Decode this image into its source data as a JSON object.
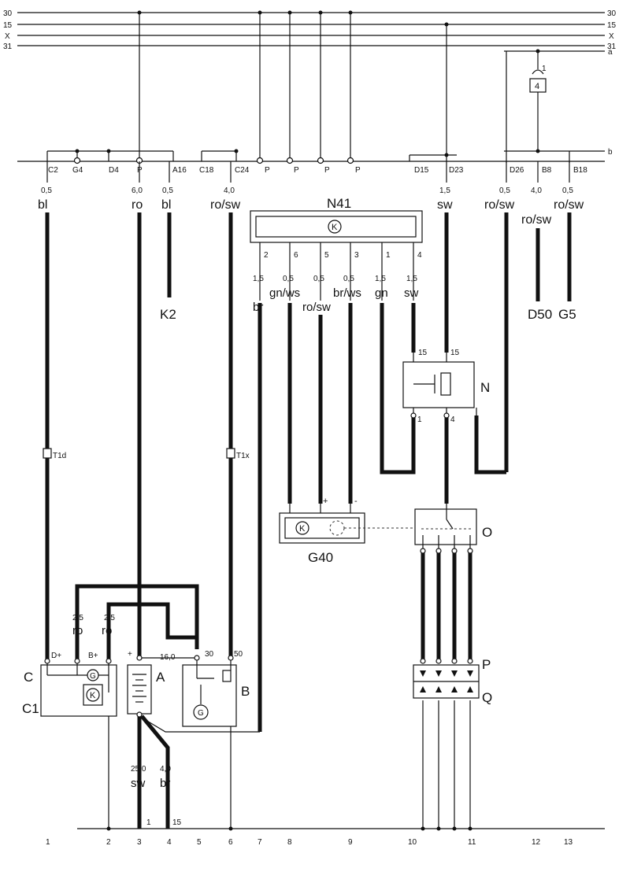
{
  "rails": [
    {
      "id": "r30",
      "left": "30",
      "right": "30"
    },
    {
      "id": "r15",
      "left": "15",
      "right": "15"
    },
    {
      "id": "rx",
      "left": "X",
      "right": "X"
    },
    {
      "id": "r31",
      "left": "31",
      "right": "31"
    }
  ],
  "bus": {
    "a": "a",
    "b": "b"
  },
  "fuse_box": {
    "label": "1",
    "fuse": "4"
  },
  "connectors": [
    "C2",
    "G4",
    "D4",
    "P",
    "A16",
    "C18",
    "C24",
    "P",
    "P",
    "P",
    "P",
    "D15",
    "D23",
    "D26",
    "B8",
    "B18"
  ],
  "top_wires": [
    {
      "size": "0,5",
      "color": "bl"
    },
    {
      "size": "6,0",
      "color": "ro"
    },
    {
      "size": "0,5",
      "color": "bl"
    },
    {
      "size": "4,0",
      "color": "ro/sw"
    },
    {
      "size": "1,5",
      "color": "sw"
    },
    {
      "size": "0,5",
      "color": "ro/sw"
    },
    {
      "size": "4,0",
      "color": "ro/sw"
    },
    {
      "size": "0,5",
      "color": "ro/sw"
    }
  ],
  "n41": {
    "label": "N41",
    "symbol": "K",
    "pins": [
      "2",
      "6",
      "5",
      "3",
      "1",
      "4"
    ],
    "sizes": [
      "1,5",
      "0,5",
      "0,5",
      "0,5",
      "1,5",
      "1,5"
    ],
    "colors": [
      "br",
      "gn/ws",
      "ro/sw",
      "br/ws",
      "gn",
      "sw"
    ]
  },
  "components": {
    "K2": "K2",
    "D50": "D50",
    "G5": "G5",
    "N": "N",
    "G40": "G40",
    "O": "O",
    "P": "P",
    "Q": "Q",
    "C": "C",
    "C1": "C1",
    "A": "A",
    "B": "B"
  },
  "relay_n": {
    "pin_in_a": "15",
    "pin_in_b": "15",
    "pin_out_a": "1",
    "pin_out_b": "4"
  },
  "g40_marks": {
    "symbol": "K",
    "plus": "+",
    "minus": "-"
  },
  "connector_marks": {
    "t1d": "T1d",
    "t1x": "T1x"
  },
  "lower_wires": [
    {
      "size": "2,5",
      "color": "ro"
    },
    {
      "size": "2,5",
      "color": "ro"
    },
    {
      "size": "25,0",
      "color": "sw"
    },
    {
      "size": "4,0",
      "color": "br"
    }
  ],
  "battery_terms": {
    "plus": "+",
    "sixteen": "16,0",
    "thirty": "30",
    "fifty": "50"
  },
  "alt_terms": {
    "dplus": "D+",
    "bplus": "B+",
    "gen": "G",
    "k": "K"
  },
  "bottom_marks": {
    "one": "1",
    "fifteen": "15"
  },
  "numbers": [
    "1",
    "2",
    "3",
    "4",
    "5",
    "6",
    "7",
    "8",
    "9",
    "10",
    "11",
    "12",
    "13"
  ]
}
